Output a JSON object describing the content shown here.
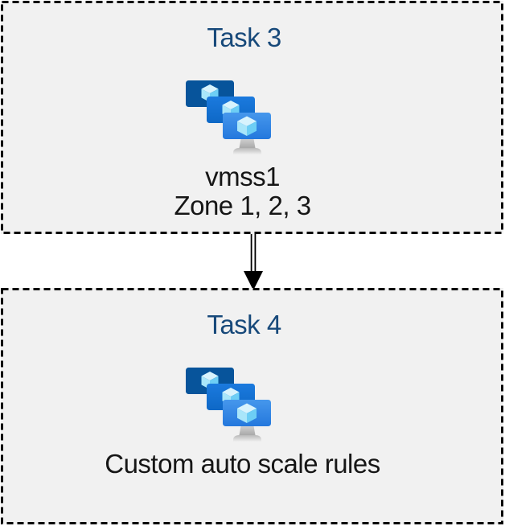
{
  "diagram": {
    "type": "task-flow",
    "background": "#ffffff"
  },
  "tasks": [
    {
      "title": "Task 3",
      "icon": "vm-scale-sets-icon",
      "lines": [
        "vmss1",
        "Zone 1, 2, 3"
      ]
    },
    {
      "title": "Task 4",
      "icon": "vm-scale-sets-icon",
      "lines": [
        "Custom auto scale rules"
      ]
    }
  ],
  "arrow": {
    "direction": "down",
    "style": "double-line",
    "from": "Task 3",
    "to": "Task 4"
  },
  "colors": {
    "box_fill": "#f1f1f1",
    "box_border": "#000000",
    "title_text": "#17497a",
    "body_text": "#161616",
    "monitor_back": "#07549b",
    "monitor_middle": "#1171d6",
    "monitor_front_top": "#4697ec",
    "monitor_front_bottom": "#2478dd",
    "cube_top": "#d8f3fd",
    "cube_left": "#a9e6fa",
    "cube_right": "#6dcef5",
    "stand_neck": "#c9c9c9",
    "stand_base": "#e8e8e8",
    "arrow_color": "#000000"
  }
}
